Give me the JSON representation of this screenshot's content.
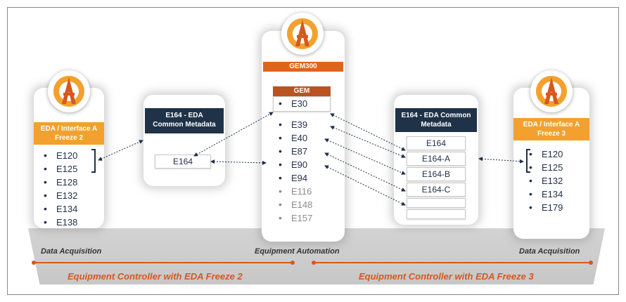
{
  "left_panel": {
    "header": "EDA / Interface A Freeze 2",
    "items": [
      "E120",
      "E125",
      "E128",
      "E132",
      "E134",
      "E138"
    ]
  },
  "left_metadata": {
    "header": "E164 - EDA Common Metadata",
    "items": [
      "E164"
    ]
  },
  "center_panel": {
    "header": "GEM300",
    "gem_header": "GEM",
    "gem_items": [
      "E30"
    ],
    "items": [
      "E39",
      "E40",
      "E87",
      "E90",
      "E94"
    ],
    "gray_items": [
      "E116",
      "E148",
      "E157"
    ]
  },
  "right_metadata": {
    "header": "E164 - EDA Common Metadata",
    "items": [
      "E164",
      "E164-A",
      "E164-B",
      "E164-C",
      "",
      ""
    ]
  },
  "right_panel": {
    "header": "EDA / Interface A Freeze 3",
    "items": [
      "E120",
      "E125",
      "E132",
      "E134",
      "E179"
    ]
  },
  "labels": {
    "left": "Data Acquisition",
    "center": "Equipment Automation",
    "right": "Data Acquisition"
  },
  "captions": {
    "left": "Equipment Controller with EDA Freeze 2",
    "right": "Equipment Controller with EDA Freeze 3"
  },
  "colors": {
    "orange": "#f2a12e",
    "navy": "#1f3248",
    "gem300": "#e0641c",
    "caption": "#d6581e"
  },
  "icons": [
    "logo-icon"
  ]
}
